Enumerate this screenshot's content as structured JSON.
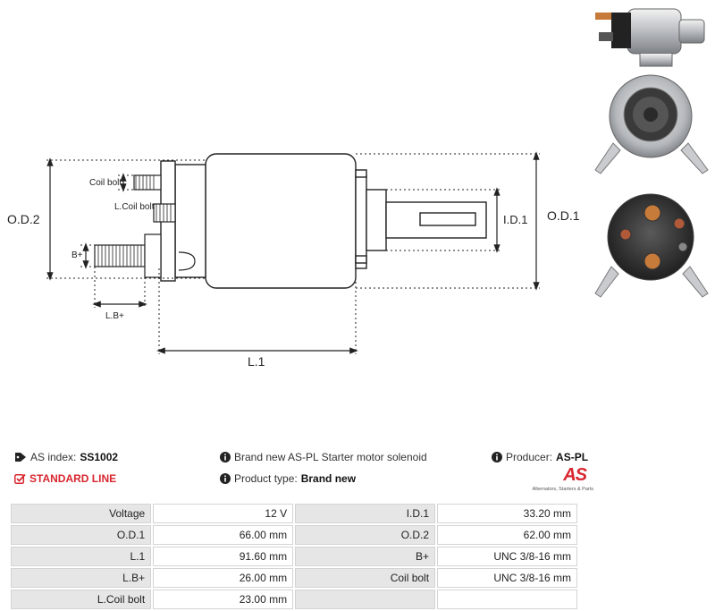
{
  "drawing": {
    "labels": {
      "od2": "O.D.2",
      "od1": "O.D.1",
      "id1": "I.D.1",
      "l1": "L.1",
      "lb": "L.B+",
      "bplus": "B+",
      "coil_bolt": "Coil bolt",
      "l_coil_bolt": "L.Coil bolt"
    }
  },
  "info": {
    "as_index_label": "AS index:",
    "as_index_value": "SS1002",
    "standard_line": "STANDARD LINE",
    "description": "Brand new AS-PL Starter motor solenoid",
    "product_type_label": "Product type:",
    "product_type_value": "Brand new",
    "producer_label": "Producer:",
    "producer_value": "AS-PL",
    "logo_text": "AS",
    "logo_tagline": "Alternators, Starters & Parts",
    "colors": {
      "accent": "#d8262f",
      "table_key_bg": "#e6e6e6",
      "table_border": "#d4d4d4"
    },
    "icons": {
      "as_index": "tag-icon",
      "standard": "check-square-icon",
      "info": "info-circle-icon"
    }
  },
  "spec": [
    {
      "k1": "Voltage",
      "v1": "12 V",
      "k2": "I.D.1",
      "v2": "33.20 mm"
    },
    {
      "k1": "O.D.1",
      "v1": "66.00 mm",
      "k2": "O.D.2",
      "v2": "62.00 mm"
    },
    {
      "k1": "L.1",
      "v1": "91.60 mm",
      "k2": "B+",
      "v2": "UNC 3/8-16 mm"
    },
    {
      "k1": "L.B+",
      "v1": "26.00 mm",
      "k2": "Coil bolt",
      "v2": "UNC 3/8-16 mm"
    },
    {
      "k1": "L.Coil bolt",
      "v1": "23.00 mm",
      "k2": "",
      "v2": ""
    }
  ]
}
